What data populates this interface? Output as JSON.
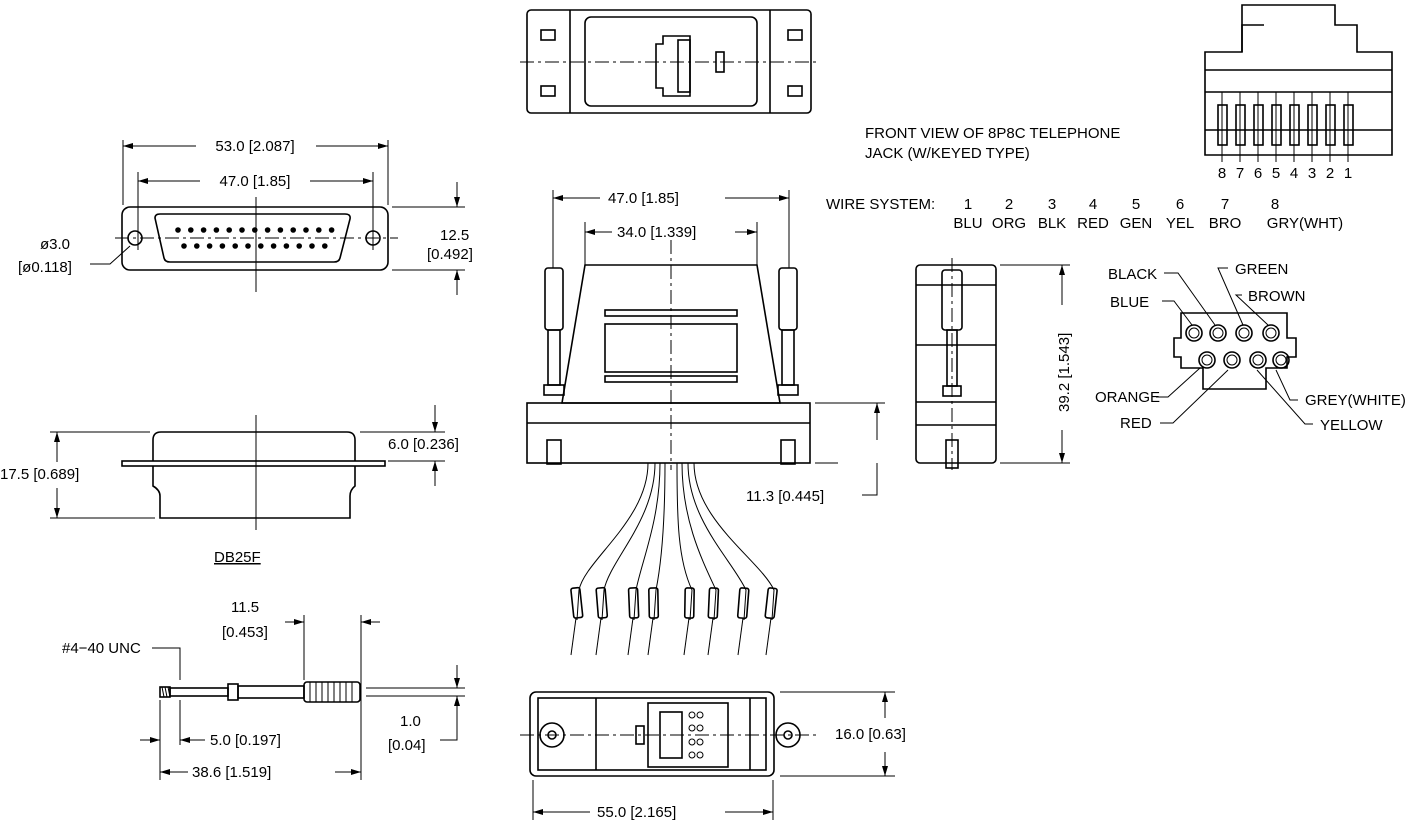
{
  "db25_top": {
    "overall_width": "53.0 [2.087]",
    "hole_spacing": "47.0 [1.85]",
    "hole_dia_mm": "ø3.0",
    "hole_dia_in": "[ø0.118]",
    "height_mm": "12.5",
    "height_in": "[0.492]"
  },
  "db25_side": {
    "depth": "17.5 [0.689]",
    "flange": "6.0 [0.236]",
    "label": "DB25F"
  },
  "screw": {
    "thread": "#4−40 UNC",
    "head_len_mm": "11.5",
    "head_len_in": "[0.453]",
    "tip_len": "5.0 [0.197]",
    "total_len": "38.6 [1.519]",
    "dia_mm": "1.0",
    "dia_in": "[0.04]"
  },
  "adapter": {
    "screw_spacing": "47.0 [1.85]",
    "body_width": "34.0 [1.339]",
    "flange_height": "11.3 [0.445]",
    "bottom_depth": "16.0 [0.63]",
    "bottom_width": "55.0 [2.165]",
    "side_height": "39.2 [1.543]"
  },
  "jack": {
    "title_line1": "FRONT VIEW OF 8P8C TELEPHONE",
    "title_line2": "JACK (W/KEYED TYPE)",
    "pin_numbers": [
      "8",
      "7",
      "6",
      "5",
      "4",
      "3",
      "2",
      "1"
    ],
    "wire_label": "WIRE SYSTEM:",
    "wires": [
      {
        "num": "1",
        "color": "BLU"
      },
      {
        "num": "2",
        "color": "ORG"
      },
      {
        "num": "3",
        "color": "BLK"
      },
      {
        "num": "4",
        "color": "RED"
      },
      {
        "num": "5",
        "color": "GEN"
      },
      {
        "num": "6",
        "color": "YEL"
      },
      {
        "num": "7",
        "color": "BRO"
      },
      {
        "num": "8",
        "color": "GRY(WHT)"
      }
    ]
  },
  "pinout": {
    "black": "BLACK",
    "blue": "BLUE",
    "green": "GREEN",
    "brown": "BROWN",
    "orange": "ORANGE",
    "red": "RED",
    "grey": "GREY(WHITE)",
    "yellow": "YELLOW"
  }
}
